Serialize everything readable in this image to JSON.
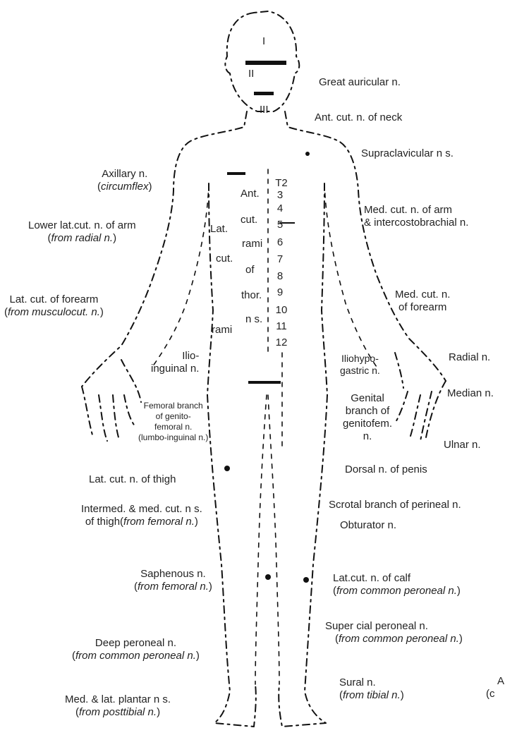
{
  "labels": {
    "great_auricular": "Great auricular n.",
    "ant_cut_neck": "Ant. cut. n. of neck",
    "supraclavicular": "Supraclavicular n s.",
    "axillary": "Axillary n.",
    "axillary_sub": "circumflex",
    "med_cut_arm_1": "Med. cut. n. of arm",
    "med_cut_arm_2": "& intercostobrachial n.",
    "lower_lat_arm": "Lower lat.cut. n. of arm",
    "lower_lat_arm_sub": "from radial n.",
    "lat_cut_forearm": "Lat. cut. of forearm",
    "lat_cut_forearm_sub": "from musculocut. n.",
    "med_cut_forearm_1": "Med. cut. n.",
    "med_cut_forearm_2": "of forearm",
    "ilio_1": "Ilio-",
    "ilio_2": "inguinal n.",
    "iliohypo_1": "Iliohypo-",
    "iliohypo_2": "gastric n.",
    "radial": "Radial n.",
    "median": "Median n.",
    "femoral_1": "Femoral branch",
    "femoral_2": "of genito-",
    "femoral_3": "femoral n.",
    "femoral_4": "(lumbo-inguinal n.)",
    "genital_1": "Genital",
    "genital_2": "branch of",
    "genital_3": "genitofem.",
    "genital_4": "n.",
    "ulnar": "Ulnar n.",
    "lat_cut_thigh": "Lat. cut. n. of thigh",
    "dorsal_penis": "Dorsal n. of penis",
    "intermed_1": "Intermed. & med. cut. n s.",
    "intermed_2": "of thigh",
    "intermed_sub": "from femoral n.",
    "scrotal": "Scrotal branch of perineal n.",
    "obturator": "Obturator n.",
    "saphenous": "Saphenous n.",
    "saphenous_sub": "from femoral n.",
    "lat_cut_calf": "Lat.cut. n. of calf",
    "lat_cut_calf_sub": "from common peroneal n.",
    "superficial": "Super cial peroneal n.",
    "superficial_sub": "from common peroneal n.",
    "deep_peroneal": "Deep peroneal n.",
    "deep_peroneal_sub": "from common peroneal n.",
    "sural": "Sural n.",
    "sural_sub": "from tibial n.",
    "plantar": "Med. & lat. plantar n s.",
    "plantar_sub": "from posttibial n.",
    "edge_a": "A",
    "edge_c": "(c"
  },
  "trigeminal": {
    "v1": "I",
    "v2": "II",
    "v3": "III"
  },
  "trunk": {
    "ant": "Ant.",
    "cut": "cut.",
    "rami": "rami",
    "of": "of",
    "thor": "thor.",
    "ns": "n s.",
    "lat": "Lat.",
    "lat_cut": "cut.",
    "lat_rami": "rami"
  },
  "segments": [
    "T2",
    "3",
    "4",
    "5",
    "6",
    "7",
    "8",
    "9",
    "10",
    "11",
    "12"
  ]
}
